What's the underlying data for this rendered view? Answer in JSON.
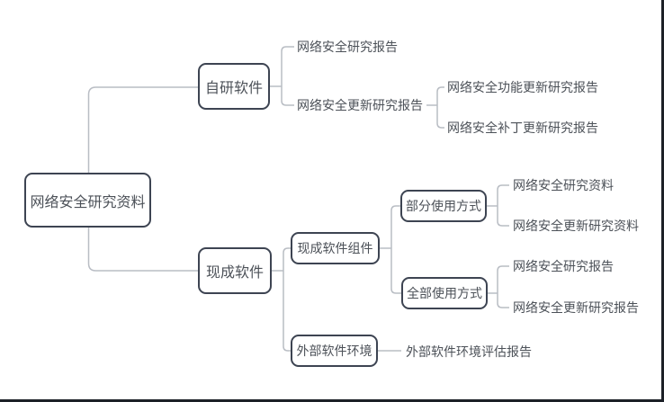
{
  "diagram": {
    "type": "mind-map-tree",
    "root": {
      "label": "网络安全研究资料",
      "children": [
        {
          "label": "自研软件",
          "children": [
            {
              "label": "网络安全研究报告",
              "children": []
            },
            {
              "label": "网络安全更新研究报告",
              "children": [
                {
                  "label": "网络安全功能更新研究报告",
                  "children": []
                },
                {
                  "label": "网络安全补丁更新研究报告",
                  "children": []
                }
              ]
            }
          ]
        },
        {
          "label": "现成软件",
          "children": [
            {
              "label": "现成软件组件",
              "children": [
                {
                  "label": "部分使用方式",
                  "children": [
                    {
                      "label": "网络安全研究资料",
                      "children": []
                    },
                    {
                      "label": "网络安全更新研究资料",
                      "children": []
                    }
                  ]
                },
                {
                  "label": "全部使用方式",
                  "children": [
                    {
                      "label": "网络安全研究报告",
                      "children": []
                    },
                    {
                      "label": "网络安全更新研究报告",
                      "children": []
                    }
                  ]
                }
              ]
            },
            {
              "label": "外部软件环境",
              "children": [
                {
                  "label": "外部软件环境评估报告",
                  "children": []
                }
              ]
            }
          ]
        }
      ]
    },
    "colors": {
      "background": "#ffffff",
      "box_border": "#3d4452",
      "box_fill": "#ffffff",
      "text": "#4c5158",
      "connector": "#b9bdc4",
      "frame_border": "#1c2027"
    }
  }
}
